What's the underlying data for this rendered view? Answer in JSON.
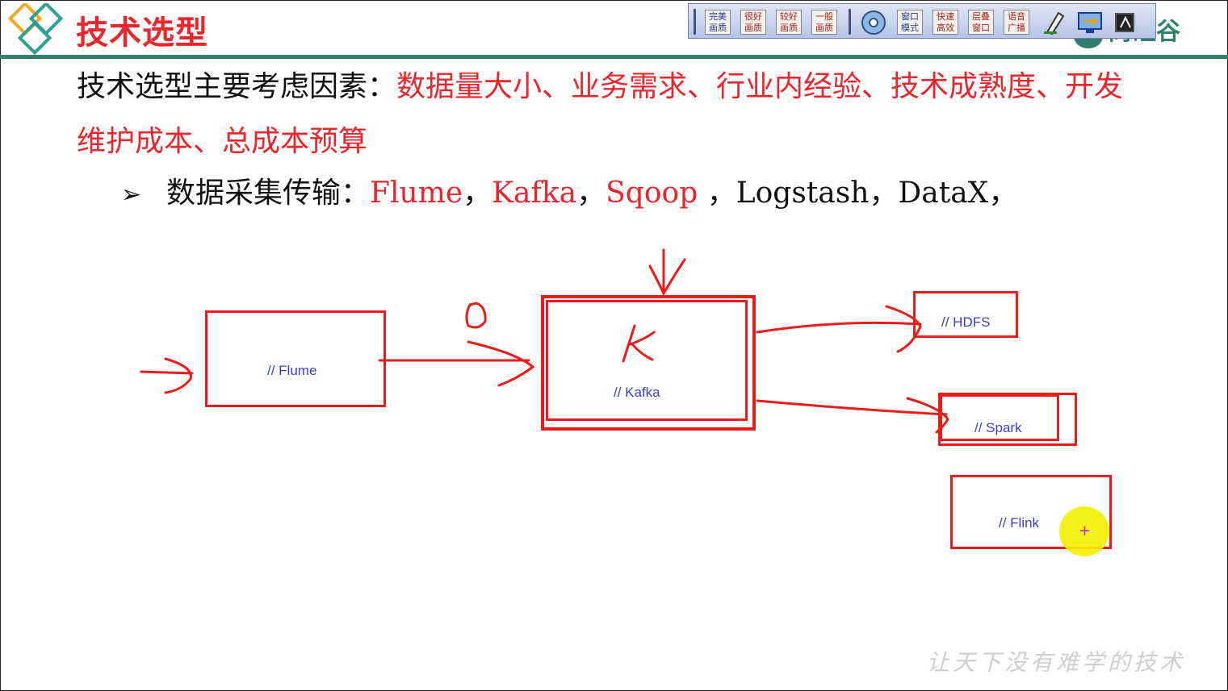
{
  "header": {
    "title": "技术选型",
    "brand_text": "尚硅谷"
  },
  "toolbar": {
    "buttons": [
      {
        "label": "完美\n画质",
        "icon": "quality-perfect-icon"
      },
      {
        "label": "很好\n画质",
        "icon": "quality-good-icon"
      },
      {
        "label": "较好\n画质",
        "icon": "quality-fair-icon"
      },
      {
        "label": "一般\n画质",
        "icon": "quality-normal-icon"
      },
      {
        "label": "",
        "icon": "record-disc-icon"
      },
      {
        "label": "窗口\n模式",
        "icon": "window-mode-icon"
      },
      {
        "label": "快速\n高效",
        "icon": "fast-mode-icon"
      },
      {
        "label": "层叠\n窗口",
        "icon": "cascade-window-icon"
      },
      {
        "label": "语音\n广播",
        "icon": "voice-broadcast-icon"
      },
      {
        "label": "",
        "icon": "pen-tool-icon"
      },
      {
        "label": "",
        "icon": "screen-share-icon"
      },
      {
        "label": "",
        "icon": "board-icon"
      }
    ]
  },
  "slide": {
    "intro_prefix": "技术选型主要考虑因素：",
    "intro_highlight": "数据量大小、业务需求、行业内经验、技术成熟度、开发",
    "intro_line2": "维护成本、总成本预算",
    "bullet_symbol": "➢",
    "bullet_prefix": "数据采集传输：",
    "tech_items": [
      {
        "text": "Flume",
        "highlight": true
      },
      {
        "text": "，",
        "highlight": false
      },
      {
        "text": "Kafka",
        "highlight": true
      },
      {
        "text": "，",
        "highlight": false
      },
      {
        "text": "Sqoop",
        "highlight": true
      },
      {
        "text": " ，",
        "highlight": false
      },
      {
        "text": "Logstash",
        "highlight": false
      },
      {
        "text": "，",
        "highlight": false
      },
      {
        "text": "DataX",
        "highlight": false
      },
      {
        "text": "，",
        "highlight": false
      }
    ]
  },
  "diagram": {
    "flume_label": "// Flume",
    "kafka_label": "// Kafka",
    "hdfs_label": "// HDFS",
    "spark_label": "// Spark",
    "flink_label": "// Flink",
    "handwritten_k": "K",
    "handwritten_zero": "0"
  },
  "cursor": {
    "symbol": "+"
  },
  "watermark": "让天下没有难学的技术",
  "colors": {
    "accent_red": "#e8262b",
    "header_green": "#2f7f6f",
    "label_blue": "#3b3fcf"
  }
}
